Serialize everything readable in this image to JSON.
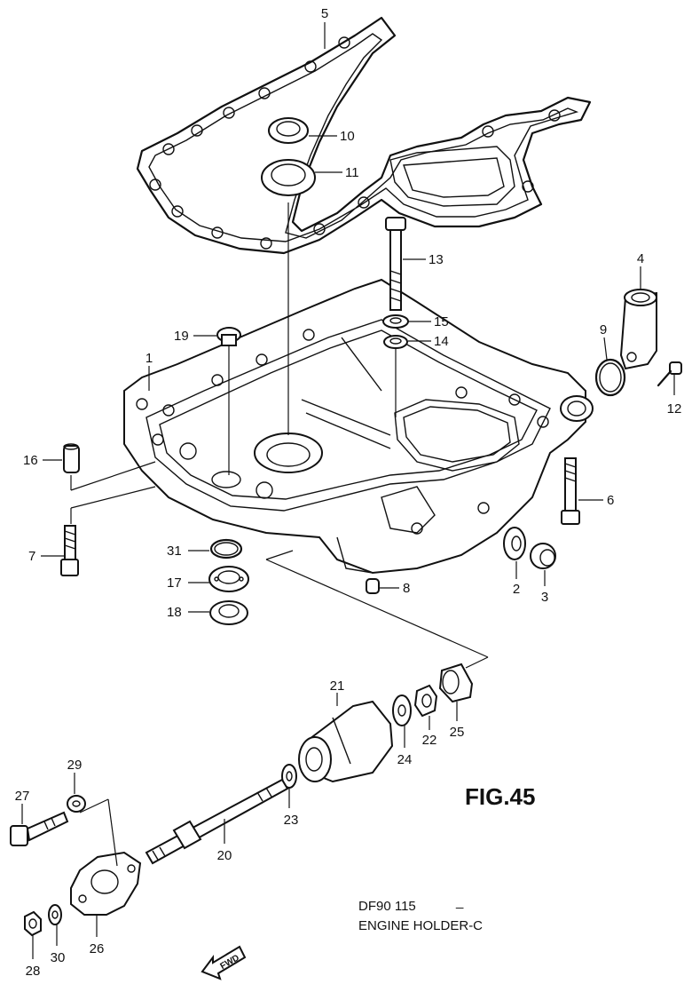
{
  "figure": {
    "label": "FIG.45",
    "model_line": "DF90 115",
    "model_dash": "_",
    "title": "ENGINE HOLDER-C",
    "direction_badge": "FWD"
  },
  "callouts": [
    "1",
    "2",
    "3",
    "4",
    "5",
    "6",
    "7",
    "8",
    "9",
    "10",
    "11",
    "12",
    "13",
    "14",
    "15",
    "16",
    "17",
    "18",
    "19",
    "20",
    "21",
    "22",
    "23",
    "24",
    "25",
    "26",
    "27",
    "28",
    "29",
    "30",
    "31"
  ],
  "icons": {
    "direction_arrow": "forward-arrow-icon"
  }
}
